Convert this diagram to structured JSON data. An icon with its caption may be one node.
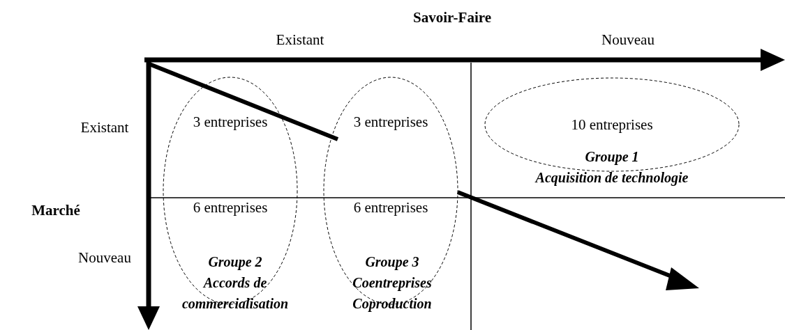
{
  "diagram": {
    "nodes": [
      {
        "text": [
          "3 entreprises",
          "6 entreprises",
          "Groupe 2",
          "Accords de commercialisation"
        ]
      },
      {
        "text": [
          "3 entreprises",
          "6 entreprises",
          "Groupe 3",
          "Coentreprises Coproduction"
        ]
      },
      {
        "text": [
          "10 entreprises",
          "Groupe 1",
          "Acquisition de technologie"
        ]
      }
    ],
    "labels": [
      "Savoir-Faire",
      "Existant",
      "Nouveau",
      "Existant",
      "Marché",
      "Nouveau"
    ]
  }
}
